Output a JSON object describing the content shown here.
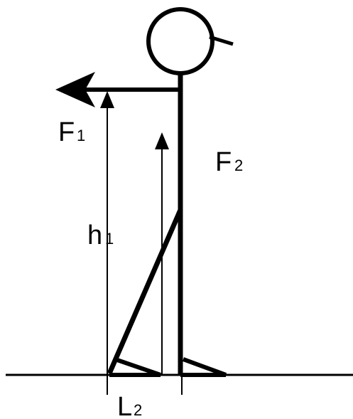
{
  "diagram": {
    "labels": {
      "force_1": {
        "main": "F",
        "sub": "1"
      },
      "force_2": {
        "main": "F",
        "sub": "2"
      },
      "height_1": {
        "main": "h",
        "sub": "1"
      },
      "length_2": {
        "main": "L",
        "sub": "2"
      }
    },
    "colors": {
      "ink": "#000000",
      "background": "#ffffff"
    }
  }
}
